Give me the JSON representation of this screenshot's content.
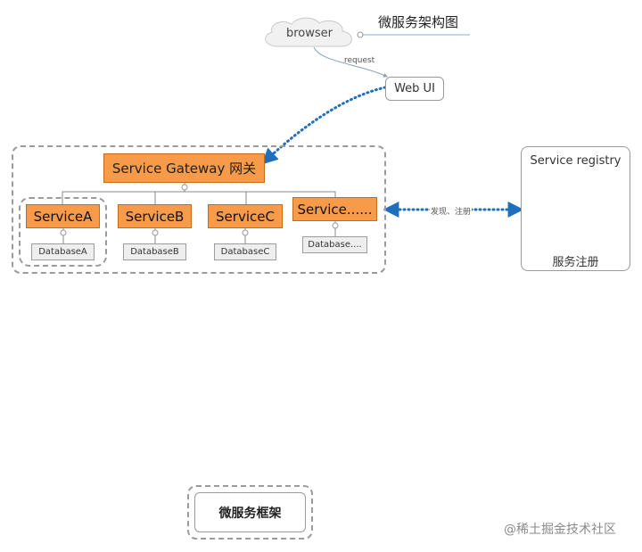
{
  "diagram": {
    "title": "微服务架构图",
    "browser_label": "browser",
    "request_label": "request",
    "webui_label": "Web UI",
    "gateway_label": "Service Gateway 网关",
    "services": [
      {
        "name": "ServiceA",
        "db": "DatabaseA"
      },
      {
        "name": "ServiceB",
        "db": "DatabaseB"
      },
      {
        "name": "ServiceC",
        "db": "DatabaseC"
      },
      {
        "name": "Service......",
        "db": "Database...."
      }
    ],
    "discover_label": "发现、注册",
    "registry_title": "Service registry",
    "registry_subtitle": "服务注册",
    "framework_label": "微服务框架",
    "watermark": "@稀土掘金技术社区"
  },
  "colors": {
    "service_fill": "#f79b4a",
    "connector_blue": "#1f6fbf",
    "dash_border": "#9b9b9b"
  }
}
